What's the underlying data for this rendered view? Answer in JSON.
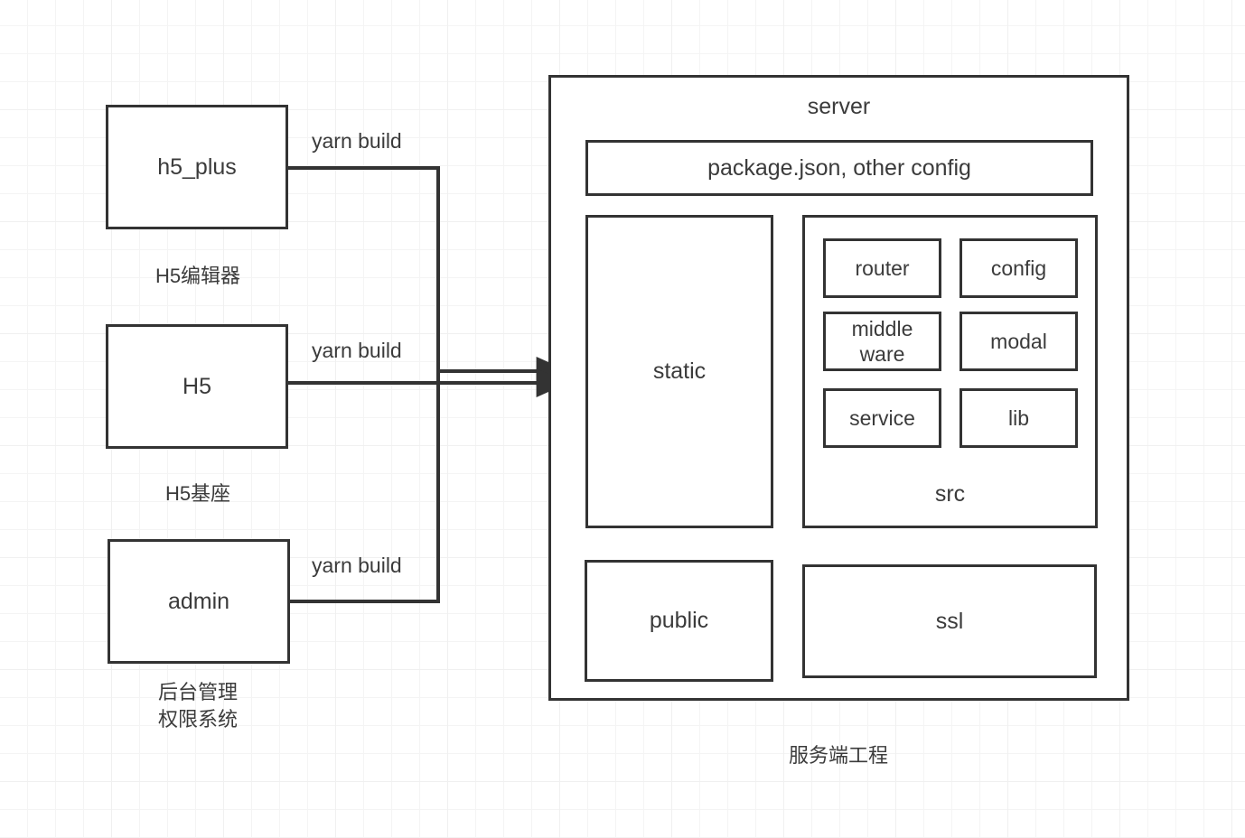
{
  "diagram": {
    "title_caption_server": "服务端工程",
    "edge_labels": {
      "build_1": "yarn build",
      "build_2": "yarn build",
      "build_3": "yarn build"
    },
    "sources": [
      {
        "label": "h5_plus",
        "caption": "H5编辑器"
      },
      {
        "label": "H5",
        "caption": "H5基座"
      },
      {
        "label": "admin",
        "caption": "后台管理\n权限系统"
      }
    ],
    "server": {
      "title": "server",
      "config_box": "package.json, other config",
      "static_box": "static",
      "src": {
        "title": "src",
        "modules": [
          {
            "label": "router"
          },
          {
            "label": "config"
          },
          {
            "label": "middle\nware"
          },
          {
            "label": "modal"
          },
          {
            "label": "service"
          },
          {
            "label": "lib"
          }
        ]
      },
      "public_box": "public",
      "ssl_box": "ssl"
    }
  },
  "colors": {
    "stroke": "#333333",
    "text": "#3b3b3b",
    "background": "#ffffff",
    "grid_minor": "#f4f4f4",
    "grid_major": "#f0f0f0"
  }
}
